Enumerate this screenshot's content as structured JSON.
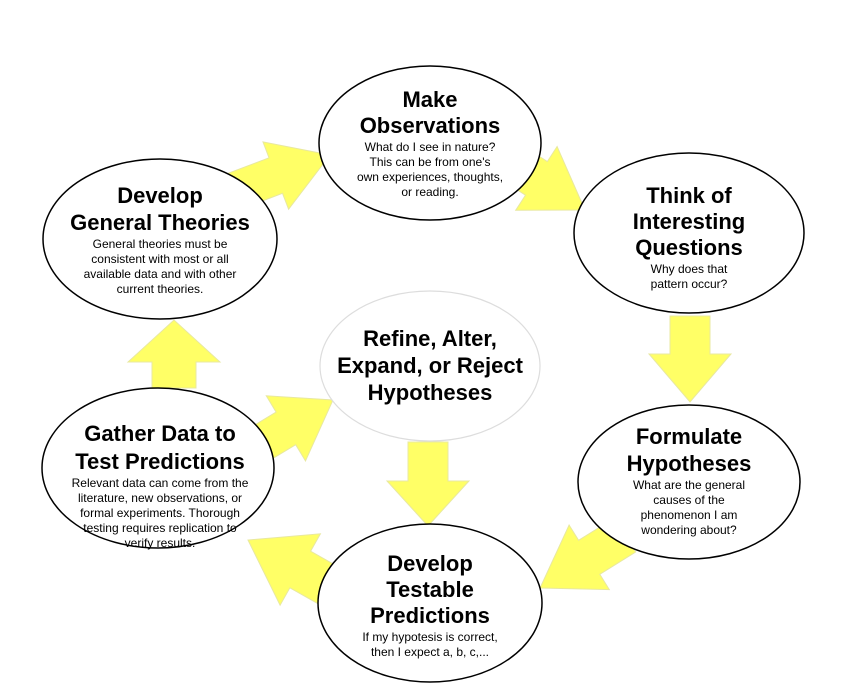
{
  "colors": {
    "arrow_fill": "#FFFF66",
    "ellipse_fill": "#FFFFFF",
    "outline": "#000000"
  },
  "nodes": {
    "observations": {
      "title": [
        "Make",
        "Observations"
      ],
      "desc": [
        "What do I see in nature?",
        "This can be from one's",
        "own experiences, thoughts,",
        "or reading."
      ]
    },
    "questions": {
      "title": [
        "Think of",
        "Interesting",
        "Questions"
      ],
      "desc": [
        "Why does that",
        "pattern occur?"
      ]
    },
    "hypotheses": {
      "title": [
        "Formulate",
        "Hypotheses"
      ],
      "desc": [
        "What are the general",
        "causes of the",
        "phenomenon I am",
        "wondering about?"
      ]
    },
    "predictions": {
      "title": [
        "Develop",
        "Testable",
        "Predictions"
      ],
      "desc": [
        "If my hypotesis is correct,",
        "then I expect a, b, c,..."
      ]
    },
    "gather": {
      "title": [
        "Gather Data to",
        "Test Predictions"
      ],
      "desc": [
        "Relevant data can come from the",
        "literature, new observations, or",
        "formal experiments.  Thorough",
        "testing requires replication to",
        "verify results."
      ]
    },
    "theories": {
      "title": [
        "Develop",
        "General Theories"
      ],
      "desc": [
        "General theories must be",
        "consistent with most or all",
        "available data and with other",
        "current theories."
      ]
    },
    "refine": {
      "title": [
        "Refine, Alter,",
        "Expand, or Reject",
        "Hypotheses"
      ],
      "desc": []
    }
  }
}
